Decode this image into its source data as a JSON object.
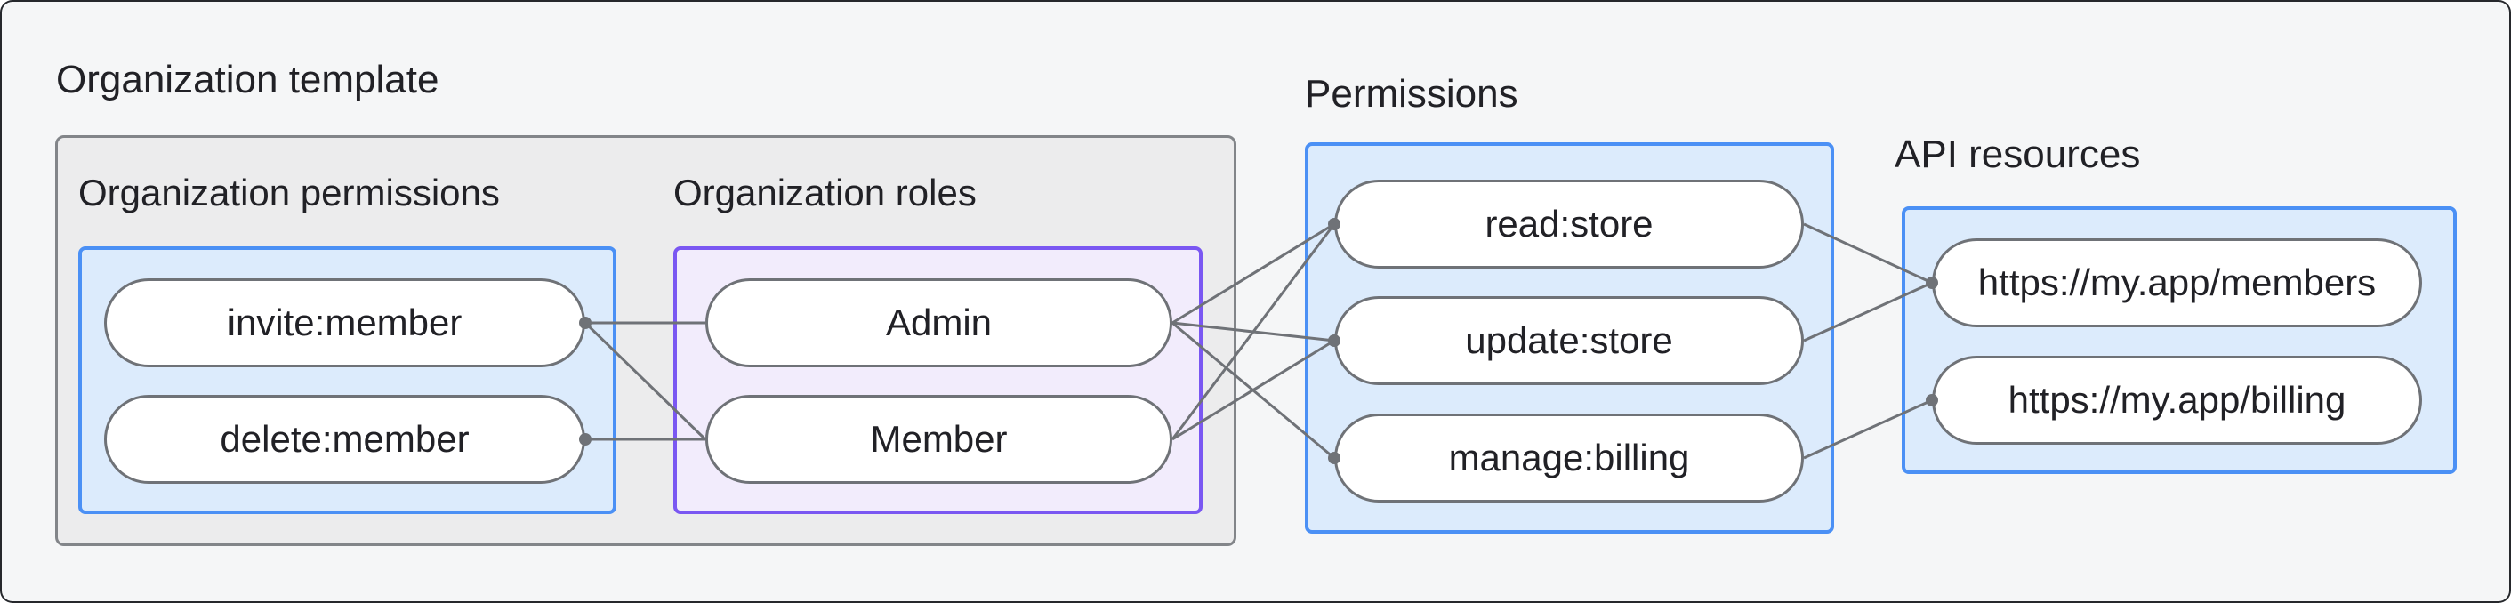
{
  "titles": {
    "organization_template": "Organization template",
    "permissions": "Permissions",
    "api_resources": "API resources"
  },
  "sections": {
    "organization_permissions_label": "Organization permissions",
    "organization_roles_label": "Organization roles"
  },
  "nodes": {
    "invite": {
      "label": "invite:member"
    },
    "delete": {
      "label": "delete:member"
    },
    "admin": {
      "label": "Admin"
    },
    "member": {
      "label": "Member"
    },
    "read": {
      "label": "read:store"
    },
    "update": {
      "label": "update:store"
    },
    "manage": {
      "label": "manage:billing"
    },
    "members_api": {
      "label": "https://my.app/members"
    },
    "billing_api": {
      "label": "https://my.app/billing"
    }
  },
  "edges": [
    [
      "invite",
      "admin"
    ],
    [
      "invite",
      "member"
    ],
    [
      "delete",
      "member"
    ],
    [
      "admin",
      "read"
    ],
    [
      "admin",
      "update"
    ],
    [
      "admin",
      "manage"
    ],
    [
      "member",
      "read"
    ],
    [
      "member",
      "update"
    ],
    [
      "read",
      "members_api"
    ],
    [
      "update",
      "members_api"
    ],
    [
      "manage",
      "billing_api"
    ]
  ],
  "dots": [
    {
      "node": "invite",
      "side": "right"
    },
    {
      "node": "delete",
      "side": "right"
    },
    {
      "node": "read",
      "side": "left"
    },
    {
      "node": "update",
      "side": "left"
    },
    {
      "node": "manage",
      "side": "left"
    },
    {
      "node": "members_api",
      "side": "left"
    },
    {
      "node": "billing_api",
      "side": "left"
    }
  ],
  "colors": {
    "background": "#f5f6f7",
    "edge": "#6f7277",
    "dot": "#6f7277",
    "gray_box_fill": "#ececed",
    "gray_box_border": "#828589",
    "blue_box_fill": "#dcebfc",
    "blue_box_border": "#4b90f5",
    "purple_box_fill": "#f2ecfc",
    "purple_box_border": "#7a57f2",
    "text": "#212126"
  },
  "edge_width": 3,
  "dot_radius": 7
}
